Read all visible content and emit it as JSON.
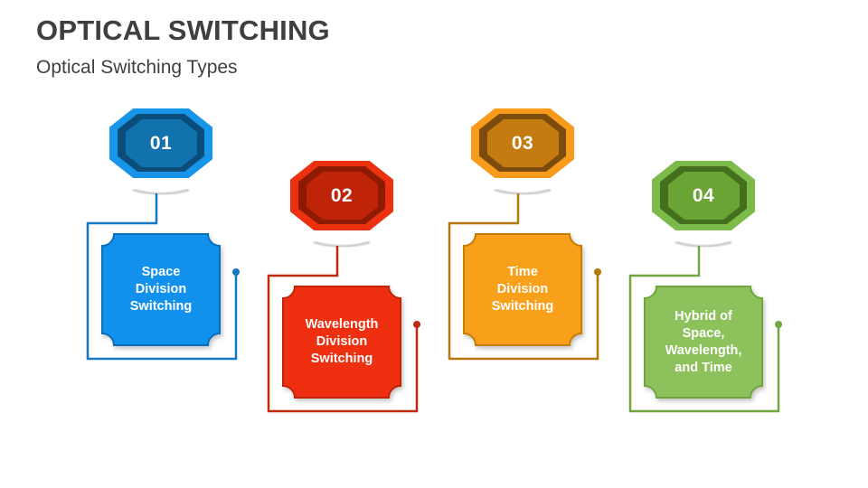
{
  "slide": {
    "title": "OPTICAL SWITCHING",
    "subtitle": "Optical Switching Types",
    "background_color": "#ffffff",
    "title_color": "#3f3f3f"
  },
  "groups": [
    {
      "number": "01",
      "label_lines": [
        "Space",
        "Division",
        "Switching"
      ],
      "colors": {
        "badge_outer": "#1795e8",
        "badge_ring": "#0b4d7a",
        "badge_core": "#1272ae",
        "box_fill": "#1291ec",
        "box_stroke": "#0c6eb6",
        "line": "#1477c0"
      }
    },
    {
      "number": "02",
      "label_lines": [
        "Wavelength",
        "Division",
        "Switching"
      ],
      "colors": {
        "badge_outer": "#eb3110",
        "badge_ring": "#8f1a04",
        "badge_core": "#bf2408",
        "box_fill": "#ee2f10",
        "box_stroke": "#c02406",
        "line": "#be2a0c"
      }
    },
    {
      "number": "03",
      "label_lines": [
        "Time",
        "Division",
        "Switching"
      ],
      "colors": {
        "badge_outer": "#f89b1c",
        "badge_ring": "#7c4c0c",
        "badge_core": "#c47b10",
        "box_fill": "#f9a01b",
        "box_stroke": "#c97c04",
        "line": "#b57708"
      }
    },
    {
      "number": "04",
      "label_lines": [
        "Hybrid of",
        "Space,",
        "Wavelength,",
        "and Time"
      ],
      "colors": {
        "badge_outer": "#7cbb4a",
        "badge_ring": "#44701e",
        "badge_core": "#6aa434",
        "box_fill": "#8dc15c",
        "box_stroke": "#6ea53d",
        "line": "#70a73e"
      }
    }
  ]
}
